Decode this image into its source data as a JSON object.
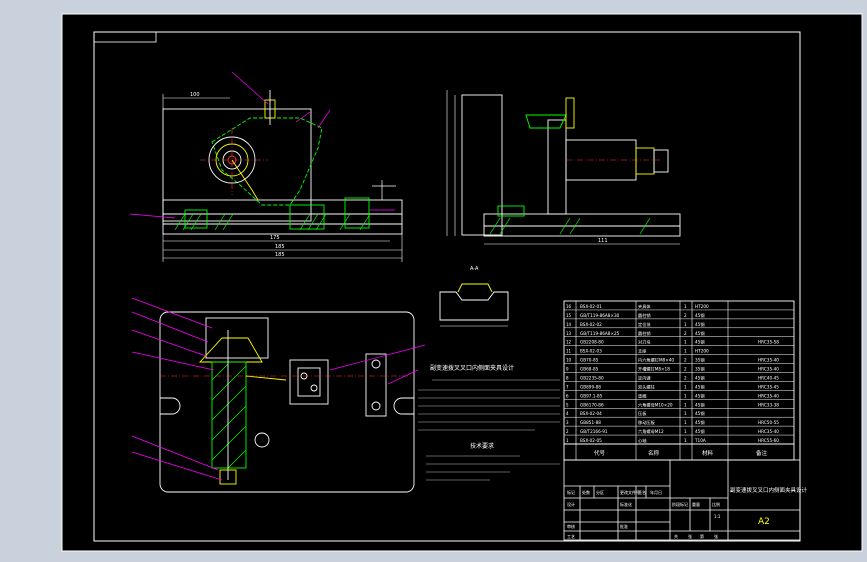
{
  "colors": {
    "viewport_bg": "#c9d1dc",
    "sheet": "#000000",
    "line": "#ffffff",
    "accent": "#ff00ff",
    "green": "#00ff00",
    "yellow": "#ffff00",
    "red": "#ff3030",
    "cyan": "#00ffff"
  },
  "dimensions": {
    "top_width": "100",
    "base_span_1": "175",
    "base_span_2": "185",
    "base_span_3": "185",
    "side_span": "111"
  },
  "title_note": {
    "heading": "副变速拨叉叉口内侧面夹具设计",
    "section_heading": "技术要求"
  },
  "parts_list": [
    {
      "code": "BSX-02-01",
      "name": "夹具体",
      "qty": "1",
      "material": "HT200",
      "note": ""
    },
    {
      "code": "GB/T119-86A8×30",
      "name": "圆柱销",
      "qty": "2",
      "material": "45钢",
      "note": ""
    },
    {
      "code": "BSX-02-02",
      "name": "定位块",
      "qty": "1",
      "material": "45钢",
      "note": ""
    },
    {
      "code": "GB/T119-86A8×25",
      "name": "圆柱销",
      "qty": "2",
      "material": "45钢",
      "note": ""
    },
    {
      "code": "GB2208-80",
      "name": "对刀块",
      "qty": "1",
      "material": "45钢",
      "note": "HRC35-58"
    },
    {
      "code": "BSX-02-03",
      "name": "支座",
      "qty": "1",
      "material": "HT200",
      "note": ""
    },
    {
      "code": "GB70-85",
      "name": "内六角螺钉M8×40",
      "qty": "2",
      "material": "35钢",
      "note": "HRC35-40"
    },
    {
      "code": "GB68-85",
      "name": "开槽螺钉M8×18",
      "qty": "2",
      "material": "35钢",
      "note": "HRC35-40"
    },
    {
      "code": "GB2235-80",
      "name": "定向键",
      "qty": "2",
      "material": "45钢",
      "note": "HRC40-45"
    },
    {
      "code": "GB899-88",
      "name": "双头螺柱",
      "qty": "1",
      "material": "45钢",
      "note": "HRC35-45"
    },
    {
      "code": "GB97.1-85",
      "name": "垫圈",
      "qty": "1",
      "material": "45钢",
      "note": "HRC35-40"
    },
    {
      "code": "GB6170-86",
      "name": "六角螺母M10×20",
      "qty": "1",
      "material": "45钢",
      "note": "HRC33-38"
    },
    {
      "code": "BSX-02-04",
      "name": "压板",
      "qty": "1",
      "material": "45钢",
      "note": ""
    },
    {
      "code": "GB851-88",
      "name": "移动压板",
      "qty": "1",
      "material": "45钢",
      "note": "HRC50-55"
    },
    {
      "code": "GB/T2166-91",
      "name": "六角螺母M12",
      "qty": "1",
      "material": "45钢",
      "note": "HRC35-40"
    },
    {
      "code": "BSX-02-05",
      "name": "心轴",
      "qty": "1",
      "material": "T10A",
      "note": "HRC55-60"
    }
  ],
  "parts_header": {
    "code": "代号",
    "name": "名称",
    "material": "材料",
    "note": "备注"
  },
  "title_block": {
    "drawing_title": "副变速拨叉叉口内侧面夹具设计",
    "sheet_size": "A2",
    "scale_label": "1:1",
    "row_labels": [
      "标记",
      "处数",
      "分区",
      "更改文件号",
      "签名",
      "年月日"
    ],
    "roles": [
      "设计",
      "审核",
      "工艺"
    ],
    "std_label": "标准化",
    "approve_label": "批准",
    "stage_labels": [
      "阶段标记",
      "重量",
      "比例"
    ],
    "sheet_labels": [
      "共",
      "张",
      "第",
      "张"
    ]
  },
  "section_label": "A-A"
}
